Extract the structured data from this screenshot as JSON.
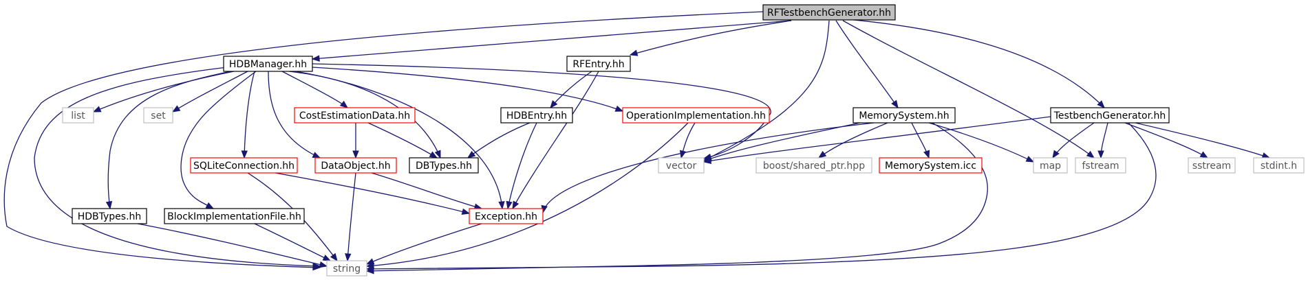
{
  "diagram": {
    "colors": {
      "edge": "#191970",
      "root_fill": "#bfbfbf",
      "normal_border": "#000000",
      "incomplete_border": "#ff0000",
      "system_border": "#bfbfbf"
    },
    "nodes": [
      {
        "id": "rftb",
        "label": "RFTestbenchGenerator.hh",
        "style": "root"
      },
      {
        "id": "hdbm",
        "label": "HDBManager.hh",
        "style": "normal"
      },
      {
        "id": "rfentry",
        "label": "RFEntry.hh",
        "style": "normal"
      },
      {
        "id": "list",
        "label": "list",
        "style": "system"
      },
      {
        "id": "set",
        "label": "set",
        "style": "system"
      },
      {
        "id": "ced",
        "label": "CostEstimationData.hh",
        "style": "incomplete"
      },
      {
        "id": "hdbentry",
        "label": "HDBEntry.hh",
        "style": "normal"
      },
      {
        "id": "opimpl",
        "label": "OperationImplementation.hh",
        "style": "incomplete"
      },
      {
        "id": "memsys",
        "label": "MemorySystem.hh",
        "style": "normal"
      },
      {
        "id": "tbgen",
        "label": "TestbenchGenerator.hh",
        "style": "normal"
      },
      {
        "id": "sqlite",
        "label": "SQLiteConnection.hh",
        "style": "incomplete"
      },
      {
        "id": "dataobj",
        "label": "DataObject.hh",
        "style": "incomplete"
      },
      {
        "id": "dbtypes",
        "label": "DBTypes.hh",
        "style": "normal"
      },
      {
        "id": "vector",
        "label": "vector",
        "style": "system"
      },
      {
        "id": "boost",
        "label": "boost/shared_ptr.hpp",
        "style": "system"
      },
      {
        "id": "memicc",
        "label": "MemorySystem.icc",
        "style": "incomplete"
      },
      {
        "id": "map",
        "label": "map",
        "style": "system"
      },
      {
        "id": "fstream",
        "label": "fstream",
        "style": "system"
      },
      {
        "id": "sstream",
        "label": "sstream",
        "style": "system"
      },
      {
        "id": "stdint",
        "label": "stdint.h",
        "style": "system"
      },
      {
        "id": "hdbtypes",
        "label": "HDBTypes.hh",
        "style": "normal"
      },
      {
        "id": "blockimpl",
        "label": "BlockImplementationFile.hh",
        "style": "normal"
      },
      {
        "id": "exc",
        "label": "Exception.hh",
        "style": "incomplete"
      },
      {
        "id": "string",
        "label": "string",
        "style": "system"
      }
    ],
    "edges": [
      [
        "rftb",
        "string"
      ],
      [
        "rftb",
        "hdbm"
      ],
      [
        "rftb",
        "rfentry"
      ],
      [
        "rftb",
        "vector"
      ],
      [
        "rftb",
        "memsys"
      ],
      [
        "rftb",
        "fstream"
      ],
      [
        "rftb",
        "tbgen"
      ],
      [
        "hdbm",
        "list"
      ],
      [
        "hdbm",
        "set"
      ],
      [
        "hdbm",
        "string"
      ],
      [
        "hdbm",
        "hdbtypes"
      ],
      [
        "hdbm",
        "blockimpl"
      ],
      [
        "hdbm",
        "sqlite"
      ],
      [
        "hdbm",
        "dataobj"
      ],
      [
        "hdbm",
        "ced"
      ],
      [
        "hdbm",
        "dbtypes"
      ],
      [
        "hdbm",
        "exc"
      ],
      [
        "hdbm",
        "opimpl"
      ],
      [
        "hdbm",
        "vector"
      ],
      [
        "rfentry",
        "hdbentry"
      ],
      [
        "rfentry",
        "exc"
      ],
      [
        "ced",
        "dataobj"
      ],
      [
        "ced",
        "dbtypes"
      ],
      [
        "hdbentry",
        "dbtypes"
      ],
      [
        "hdbentry",
        "exc"
      ],
      [
        "opimpl",
        "vector"
      ],
      [
        "opimpl",
        "string"
      ],
      [
        "memsys",
        "vector"
      ],
      [
        "memsys",
        "boost"
      ],
      [
        "memsys",
        "memicc"
      ],
      [
        "memsys",
        "map"
      ],
      [
        "memsys",
        "exc"
      ],
      [
        "memsys",
        "string"
      ],
      [
        "tbgen",
        "vector"
      ],
      [
        "tbgen",
        "map"
      ],
      [
        "tbgen",
        "fstream"
      ],
      [
        "tbgen",
        "sstream"
      ],
      [
        "tbgen",
        "stdint"
      ],
      [
        "tbgen",
        "string"
      ],
      [
        "sqlite",
        "exc"
      ],
      [
        "sqlite",
        "string"
      ],
      [
        "dataobj",
        "exc"
      ],
      [
        "dataobj",
        "string"
      ],
      [
        "hdbtypes",
        "string"
      ],
      [
        "blockimpl",
        "string"
      ],
      [
        "exc",
        "string"
      ]
    ]
  }
}
